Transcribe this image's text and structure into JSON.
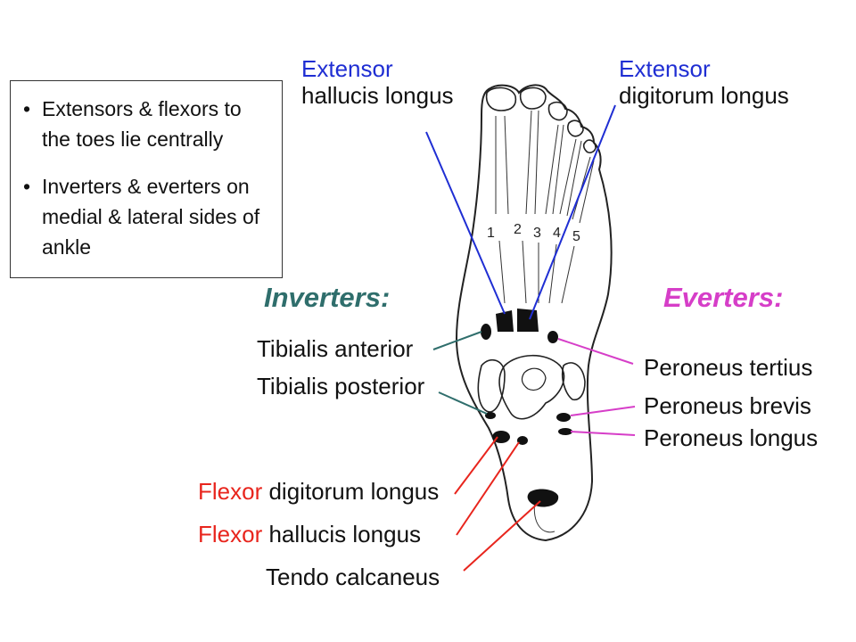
{
  "notes": {
    "items": [
      "Extensors & flexors to the toes lie centrally",
      "Inverters & everters on medial & lateral sides of ankle"
    ]
  },
  "headers": {
    "inverters": "Inverters:",
    "everters": "Everters:"
  },
  "extensors": {
    "hallucis": {
      "word": "Extensor",
      "rest": "hallucis longus"
    },
    "digitorum": {
      "word": "Extensor",
      "rest": "digitorum longus"
    }
  },
  "inverters": {
    "tibialis_anterior": "Tibialis anterior",
    "tibialis_posterior": "Tibialis posterior"
  },
  "everters": {
    "peroneus_tertius": "Peroneus tertius",
    "peroneus_brevis": "Peroneus brevis",
    "peroneus_longus": "Peroneus longus"
  },
  "flexors": {
    "digitorum": {
      "word": "Flexor",
      "rest": " digitorum longus"
    },
    "hallucis": {
      "word": "Flexor",
      "rest": " hallucis longus"
    }
  },
  "tendo": "Tendo calcaneus",
  "digits": [
    "1",
    "2",
    "3",
    "4",
    "5"
  ],
  "colors": {
    "extensor_blue": "#1f2ed3",
    "flexor_red": "#e8251d",
    "inverter_teal": "#2f6e6c",
    "everter_magenta": "#d63ec8"
  }
}
